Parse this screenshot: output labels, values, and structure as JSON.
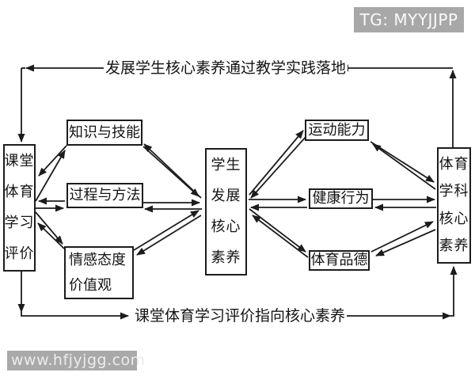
{
  "badge": {
    "text": "TG: MYYJJPP",
    "bg": "#a8a8a8",
    "color": "#fafafa"
  },
  "watermark": {
    "text": "www.hfjyjgg.com",
    "bg": "#a9a9a9",
    "color": "#ececec"
  },
  "flow_labels": {
    "top": "发展学生核心素养通过教学实践落地",
    "bottom": "课堂体育学习评价指向核心素养"
  },
  "nodes": {
    "classroom_evaluation": {
      "lines": [
        "课堂",
        "体育",
        "学习",
        "评价"
      ]
    },
    "knowledge_skills": {
      "label": "知识与技能"
    },
    "process_methods": {
      "label": "过程与方法"
    },
    "affect_values": {
      "lines": [
        "情感态度",
        "价值观"
      ]
    },
    "student_core_literacy": {
      "lines": [
        "学生",
        "发展",
        "核心",
        "素养"
      ]
    },
    "sport_ability": {
      "label": "运动能力"
    },
    "health_behavior": {
      "label": "健康行为"
    },
    "sport_morality": {
      "label": "体育品德"
    },
    "pe_subject_core_literacy": {
      "lines": [
        "体育",
        "学科",
        "核心",
        "素养"
      ]
    }
  },
  "colors": {
    "background": "#ffffff",
    "line": "#1c1c1c",
    "box_border": "#1c1c1c",
    "text": "#141414",
    "badge_bg": "#a8a8a8",
    "badge_text": "#fafafa",
    "watermark_bg": "#a9a9a9",
    "watermark_text": "#ececec"
  }
}
